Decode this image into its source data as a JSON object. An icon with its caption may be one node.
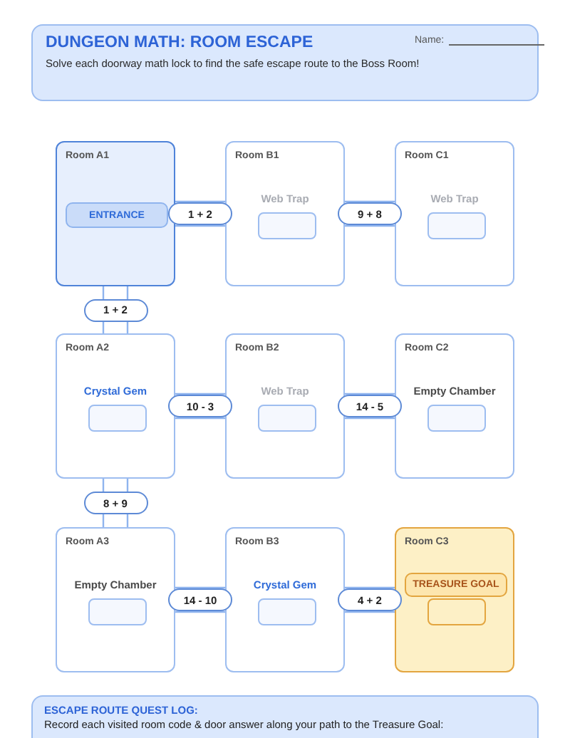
{
  "diagram": {
    "title": "DUNGEON MATH: ROOM ESCAPE",
    "nodes": [
      {
        "text": [
          "Room A1"
        ]
      },
      {
        "text": [
          "ENTRANCE"
        ],
        "in": 0
      },
      {
        "text": [
          "Room B1",
          "Web Trap"
        ]
      },
      {
        "text": [],
        "shape": "box",
        "in": 2
      },
      {
        "text": [
          "Room C1",
          "Web Trap"
        ]
      },
      {
        "text": [],
        "shape": "box",
        "in": 4
      },
      {
        "text": [
          "Room A2",
          "Crystal Gem"
        ]
      },
      {
        "text": [],
        "shape": "box",
        "in": 6
      },
      {
        "text": [
          "Room B2",
          "Web Trap"
        ]
      },
      {
        "text": [],
        "shape": "box",
        "in": 8
      },
      {
        "text": [
          "Room C2",
          "Empty Chamber"
        ]
      },
      {
        "text": [],
        "shape": "box",
        "in": 10
      },
      {
        "text": [
          "Room A3",
          "Empty Chamber"
        ]
      },
      {
        "text": [],
        "shape": "box",
        "in": 12
      },
      {
        "text": [
          "Room B3",
          "Crystal Gem"
        ]
      },
      {
        "text": [],
        "shape": "box",
        "in": 14
      },
      {
        "text": [
          "Room C3"
        ]
      },
      {
        "text": [
          "TREASURE GOAL"
        ],
        "in": 16
      },
      {
        "text": [],
        "shape": "box",
        "in": 16
      },
      {
        "text": [
          "ESCAPE ROUTE QUEST LOG:",
          "Record each visited room code & door answer along your path to the Treasure Goal:"
        ]
      }
    ],
    "edges": [
      {
        "from": 0,
        "to": 2,
        "arrow": "none",
        "label": "1 + 2"
      },
      {
        "from": 2,
        "to": 4,
        "arrow": "none",
        "label": "9 + 8"
      },
      {
        "from": 0,
        "to": 6,
        "arrow": "none",
        "label": "1 + 2"
      },
      {
        "from": 6,
        "to": 8,
        "arrow": "none",
        "label": "10 - 3"
      },
      {
        "from": 8,
        "to": 10,
        "arrow": "none",
        "label": "14 - 5"
      },
      {
        "from": 6,
        "to": 12,
        "arrow": "none",
        "label": "8 + 9"
      },
      {
        "from": 12,
        "to": 14,
        "arrow": "none",
        "label": "14 - 10"
      },
      {
        "from": 14,
        "to": 16,
        "arrow": "none",
        "label": "4 + 2"
      }
    ],
    "labels": [
      "Name:",
      "Solve each doorway math lock to find the safe escape route to the Boss Room!"
    ]
  }
}
